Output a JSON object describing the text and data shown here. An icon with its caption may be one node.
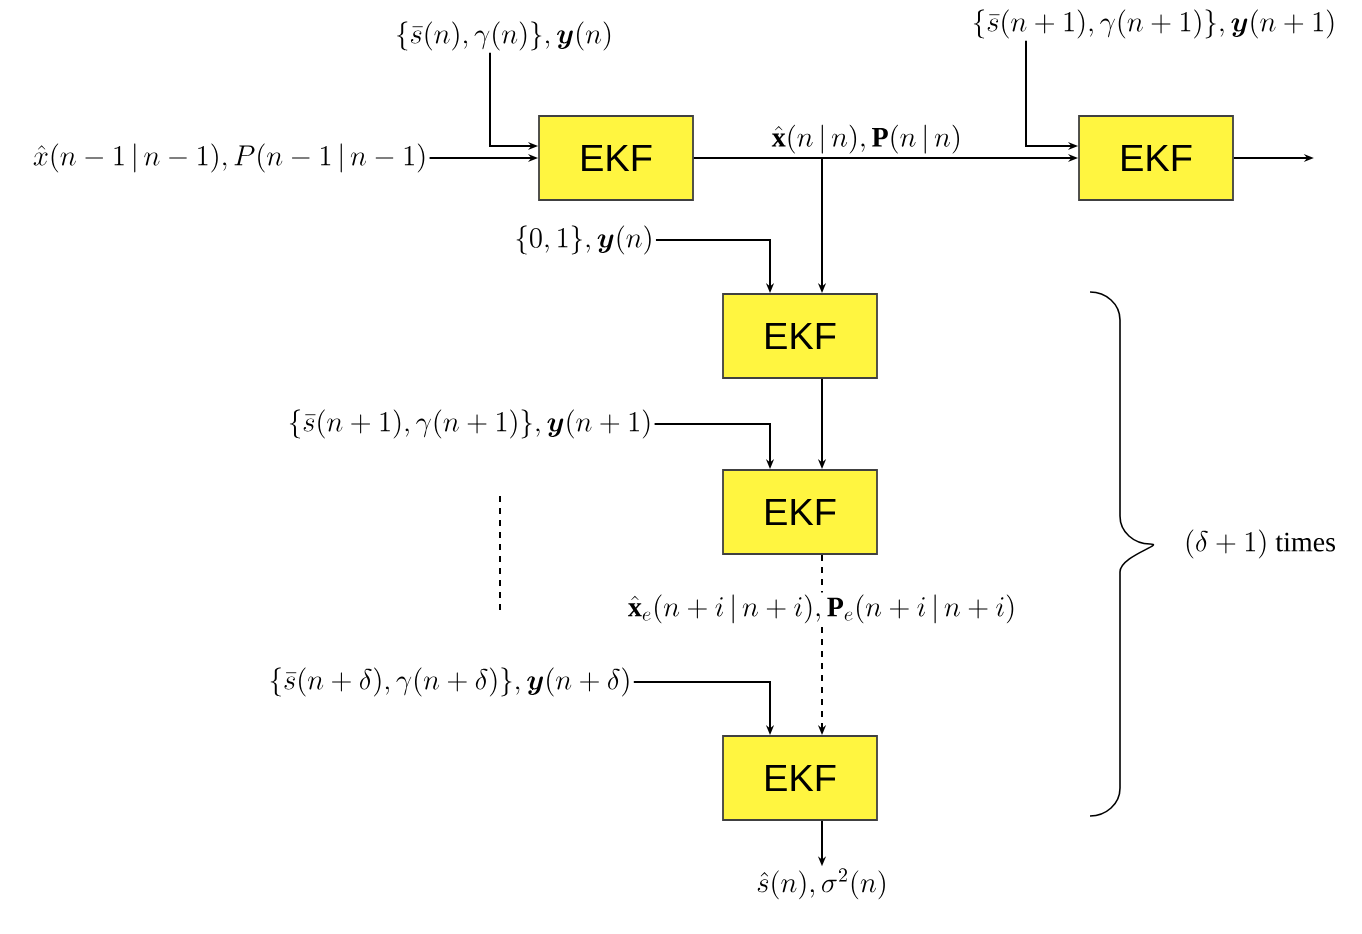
{
  "diagram": {
    "nodes": [
      {
        "text": [
          "EKF"
        ]
      },
      {
        "text": [
          "EKF"
        ]
      },
      {
        "text": [
          "EKF"
        ]
      },
      {
        "text": [
          "EKF"
        ]
      },
      {
        "text": [
          "EKF"
        ]
      },
      {
        "text": [
          "\\{\\bar{s}(n),\\gamma(n)\\},\\boldsymbol{y}(n)"
        ]
      },
      {
        "text": [
          "\\hat{x}(n-1\\,|\\,n-1),P(n-1\\,|\\,n-1)"
        ]
      },
      {
        "text": [
          "\\{\\bar{s}(n+1),\\gamma(n+1)\\},\\boldsymbol{y}(n+1)"
        ]
      },
      {
        "text": [
          "\\{0,1\\},\\boldsymbol{y}(n)"
        ]
      },
      {
        "text": [
          "\\{\\bar{s}(n+1),\\gamma(n+1)\\},\\boldsymbol{y}(n+1)"
        ]
      },
      {
        "text": [
          "\\{\\bar{s}(n+\\delta),\\gamma(n+\\delta)\\},\\boldsymbol{y}(n+\\delta)"
        ]
      },
      {
        "text": [
          "\\hat{s}(n),\\sigma^2(n)"
        ]
      }
    ],
    "edges": [
      {
        "from": 5,
        "to": 0,
        "arrow": "to"
      },
      {
        "from": 6,
        "to": 0,
        "arrow": "to"
      },
      {
        "from": 0,
        "to": 1,
        "arrow": "to",
        "label": "\\hat{\\mathbf{x}}(n\\,|\\,n),\\mathbf{P}(n\\,|\\,n)"
      },
      {
        "from": 7,
        "to": 1,
        "arrow": "to"
      },
      {
        "from": 1,
        "to": null,
        "arrow": "to"
      },
      {
        "from": 0,
        "to": 2,
        "arrow": "to"
      },
      {
        "from": 8,
        "to": 2,
        "arrow": "to"
      },
      {
        "from": 2,
        "to": 3,
        "arrow": "to"
      },
      {
        "from": 9,
        "to": 3,
        "arrow": "to"
      },
      {
        "from": 3,
        "to": 4,
        "arrow": "to",
        "style": "dashed",
        "label": "\\hat{\\mathbf{x}}_e(n+i\\,|\\,n+i),\\mathbf{P}_e(n+i\\,|\\,n+i)"
      },
      {
        "from": 10,
        "to": 4,
        "arrow": "to"
      },
      {
        "from": 4,
        "to": 11,
        "arrow": "to"
      }
    ],
    "labels": [
      "(\\delta+1)\\ \\text{times}"
    ]
  }
}
